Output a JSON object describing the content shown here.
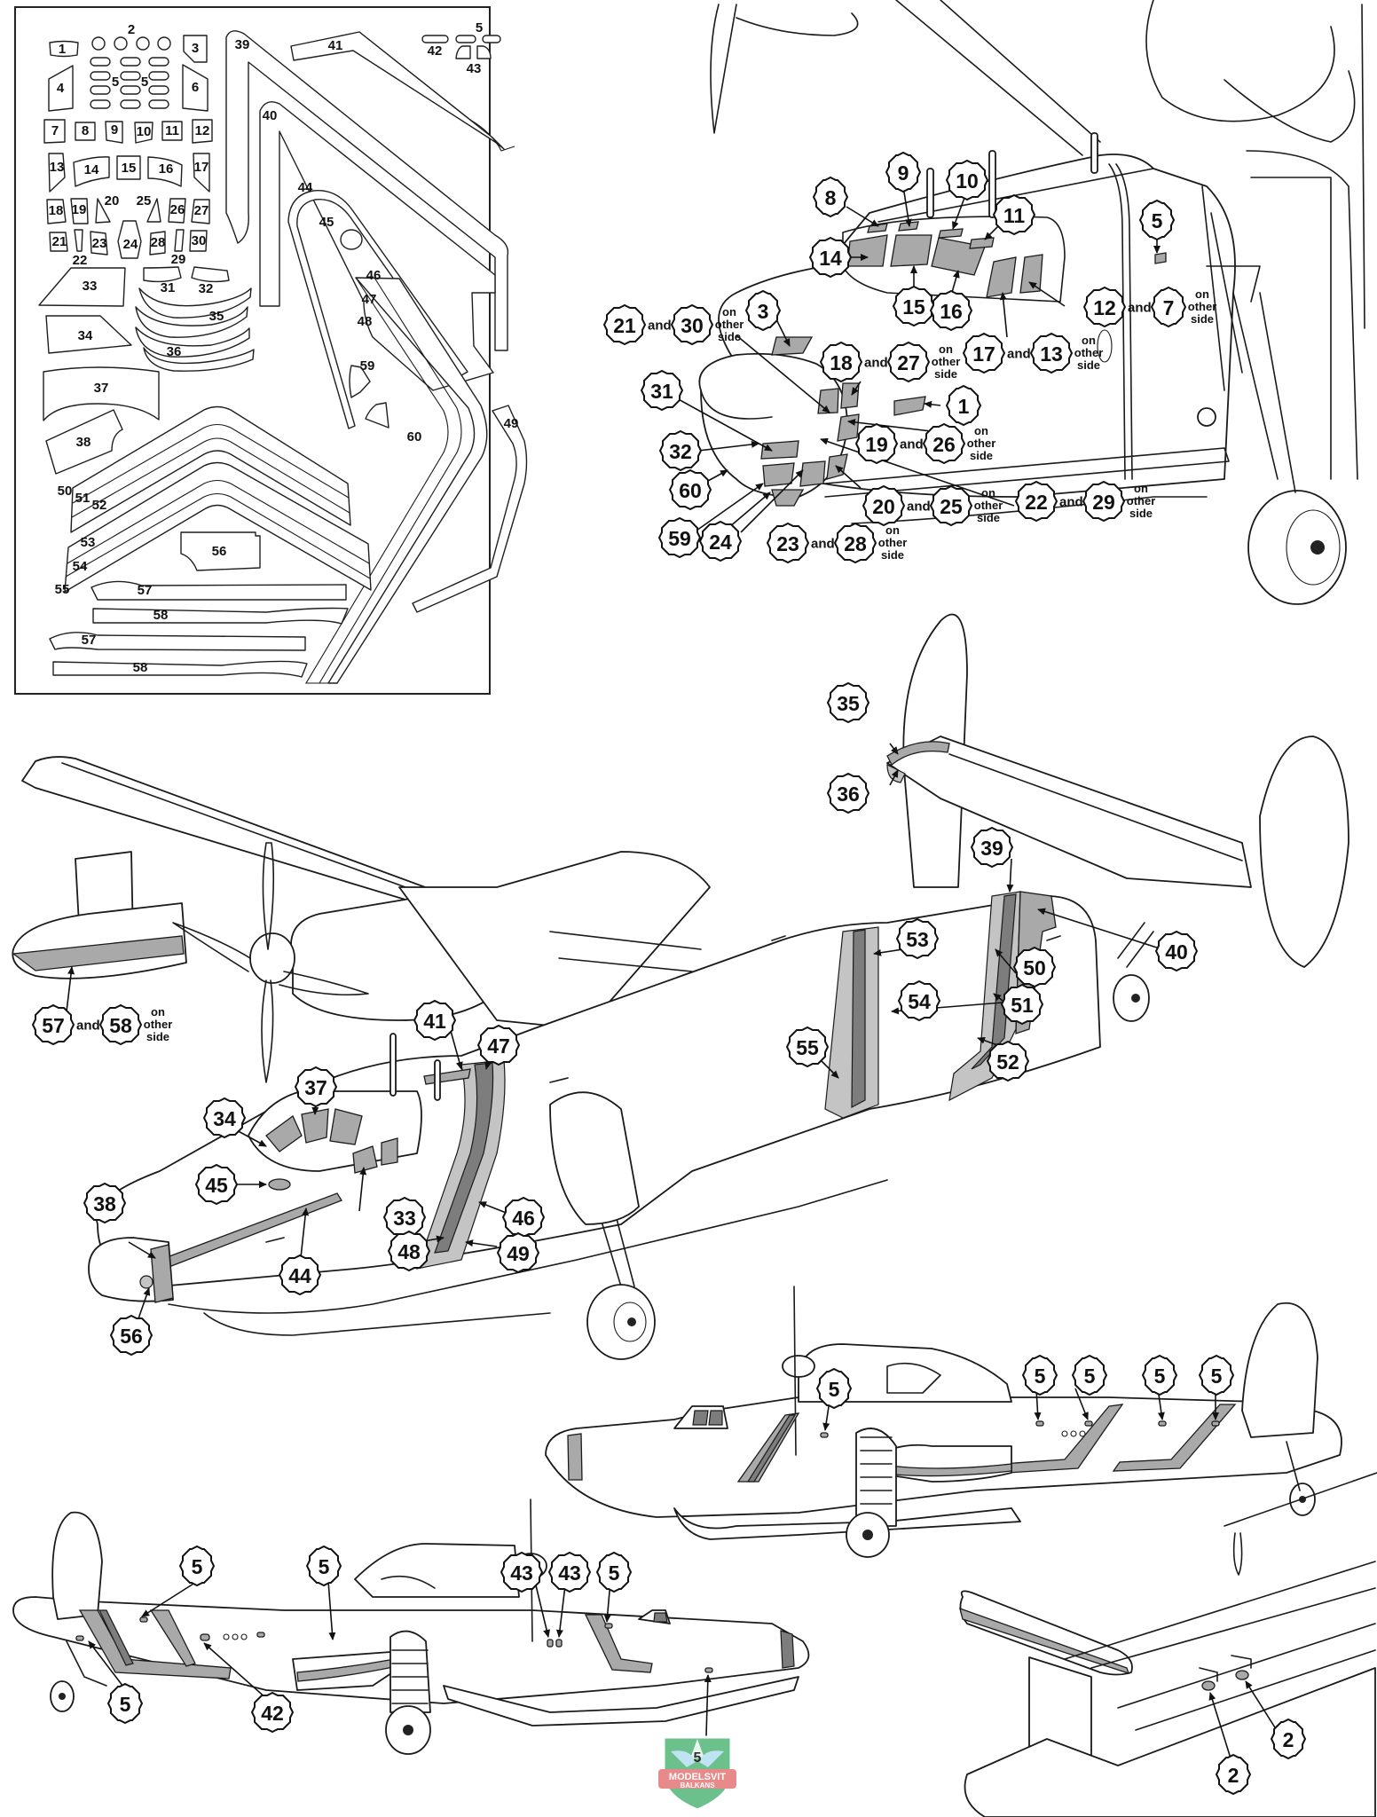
{
  "mask_sheet": {
    "pieces": [
      {
        "id": "1",
        "label": "1"
      },
      {
        "id": "2",
        "label": "2"
      },
      {
        "id": "3",
        "label": "3"
      },
      {
        "id": "4",
        "label": "4"
      },
      {
        "id": "5a",
        "label": "5"
      },
      {
        "id": "5b",
        "label": "5"
      },
      {
        "id": "5c",
        "label": "5"
      },
      {
        "id": "6",
        "label": "6"
      },
      {
        "id": "7",
        "label": "7"
      },
      {
        "id": "8",
        "label": "8"
      },
      {
        "id": "9",
        "label": "9"
      },
      {
        "id": "10",
        "label": "10"
      },
      {
        "id": "11",
        "label": "11"
      },
      {
        "id": "12",
        "label": "12"
      },
      {
        "id": "13",
        "label": "13"
      },
      {
        "id": "14",
        "label": "14"
      },
      {
        "id": "15",
        "label": "15"
      },
      {
        "id": "16",
        "label": "16"
      },
      {
        "id": "17",
        "label": "17"
      },
      {
        "id": "18",
        "label": "18"
      },
      {
        "id": "19",
        "label": "19"
      },
      {
        "id": "20",
        "label": "20"
      },
      {
        "id": "21",
        "label": "21"
      },
      {
        "id": "22",
        "label": "22"
      },
      {
        "id": "23",
        "label": "23"
      },
      {
        "id": "24",
        "label": "24"
      },
      {
        "id": "25",
        "label": "25"
      },
      {
        "id": "26",
        "label": "26"
      },
      {
        "id": "27",
        "label": "27"
      },
      {
        "id": "28",
        "label": "28"
      },
      {
        "id": "29",
        "label": "29"
      },
      {
        "id": "30",
        "label": "30"
      },
      {
        "id": "31",
        "label": "31"
      },
      {
        "id": "32",
        "label": "32"
      },
      {
        "id": "33",
        "label": "33"
      },
      {
        "id": "34",
        "label": "34"
      },
      {
        "id": "35",
        "label": "35"
      },
      {
        "id": "36",
        "label": "36"
      },
      {
        "id": "37",
        "label": "37"
      },
      {
        "id": "38",
        "label": "38"
      },
      {
        "id": "39",
        "label": "39"
      },
      {
        "id": "40",
        "label": "40"
      },
      {
        "id": "41",
        "label": "41"
      },
      {
        "id": "42",
        "label": "42"
      },
      {
        "id": "43",
        "label": "43"
      },
      {
        "id": "44",
        "label": "44"
      },
      {
        "id": "45",
        "label": "45"
      },
      {
        "id": "46",
        "label": "46"
      },
      {
        "id": "47",
        "label": "47"
      },
      {
        "id": "48",
        "label": "48"
      },
      {
        "id": "49",
        "label": "49"
      },
      {
        "id": "50",
        "label": "50"
      },
      {
        "id": "51",
        "label": "51"
      },
      {
        "id": "52",
        "label": "52"
      },
      {
        "id": "53",
        "label": "53"
      },
      {
        "id": "54",
        "label": "54"
      },
      {
        "id": "55",
        "label": "55"
      },
      {
        "id": "56",
        "label": "56"
      },
      {
        "id": "57a",
        "label": "57"
      },
      {
        "id": "58a",
        "label": "58"
      },
      {
        "id": "57b",
        "label": "57"
      },
      {
        "id": "58b",
        "label": "58"
      },
      {
        "id": "59",
        "label": "59"
      },
      {
        "id": "60",
        "label": "60"
      }
    ]
  },
  "connector": "and",
  "other_side_lines": [
    "on",
    "other",
    "side"
  ],
  "views": {
    "cockpit_closeup": {
      "callouts": [
        {
          "id": "c8",
          "num": "8"
        },
        {
          "id": "c9",
          "num": "9"
        },
        {
          "id": "c10",
          "num": "10"
        },
        {
          "id": "c11",
          "num": "11"
        },
        {
          "id": "c14",
          "num": "14"
        },
        {
          "id": "c15",
          "num": "15"
        },
        {
          "id": "c16",
          "num": "16"
        },
        {
          "id": "c3",
          "num": "3"
        },
        {
          "id": "c5",
          "num": "5"
        },
        {
          "id": "c1",
          "num": "1"
        },
        {
          "id": "c31",
          "num": "31"
        },
        {
          "id": "c32",
          "num": "32"
        },
        {
          "id": "c60",
          "num": "60"
        },
        {
          "id": "c59",
          "num": "59"
        },
        {
          "id": "c24",
          "num": "24"
        }
      ],
      "pairs": [
        {
          "id": "p21",
          "a": "21",
          "b": "30",
          "other_side": true
        },
        {
          "id": "p12",
          "a": "12",
          "b": "7",
          "other_side": true
        },
        {
          "id": "p18",
          "a": "18",
          "b": "27",
          "other_side": true
        },
        {
          "id": "p17",
          "a": "17",
          "b": "13",
          "other_side": true
        },
        {
          "id": "p19",
          "a": "19",
          "b": "26",
          "other_side": true
        },
        {
          "id": "p20",
          "a": "20",
          "b": "25",
          "other_side": true
        },
        {
          "id": "p22",
          "a": "22",
          "b": "29",
          "other_side": true
        },
        {
          "id": "p23",
          "a": "23",
          "b": "28",
          "other_side": true
        }
      ]
    },
    "three_quarter": {
      "callouts": [
        {
          "id": "t35",
          "num": "35"
        },
        {
          "id": "t36",
          "num": "36"
        },
        {
          "id": "t39",
          "num": "39"
        },
        {
          "id": "t40",
          "num": "40"
        },
        {
          "id": "t53",
          "num": "53"
        },
        {
          "id": "t50",
          "num": "50"
        },
        {
          "id": "t54",
          "num": "54"
        },
        {
          "id": "t51",
          "num": "51"
        },
        {
          "id": "t55",
          "num": "55"
        },
        {
          "id": "t52",
          "num": "52"
        },
        {
          "id": "t41",
          "num": "41"
        },
        {
          "id": "t47",
          "num": "47"
        },
        {
          "id": "t34",
          "num": "34"
        },
        {
          "id": "t37",
          "num": "37"
        },
        {
          "id": "t45",
          "num": "45"
        },
        {
          "id": "t33",
          "num": "33"
        },
        {
          "id": "t46",
          "num": "46"
        },
        {
          "id": "t38",
          "num": "38"
        },
        {
          "id": "t48",
          "num": "48"
        },
        {
          "id": "t49",
          "num": "49"
        },
        {
          "id": "t44",
          "num": "44"
        },
        {
          "id": "t56",
          "num": "56"
        }
      ],
      "pairs": [
        {
          "id": "p57",
          "a": "57",
          "b": "58",
          "other_side": true
        }
      ]
    },
    "side_right": {
      "callouts": [
        {
          "id": "r5a",
          "num": "5"
        },
        {
          "id": "r5b",
          "num": "5"
        },
        {
          "id": "r5c",
          "num": "5"
        },
        {
          "id": "r5d",
          "num": "5"
        },
        {
          "id": "r5e",
          "num": "5"
        }
      ]
    },
    "side_left": {
      "callouts": [
        {
          "id": "l5a",
          "num": "5"
        },
        {
          "id": "l5b",
          "num": "5"
        },
        {
          "id": "l43a",
          "num": "43"
        },
        {
          "id": "l43b",
          "num": "43"
        },
        {
          "id": "l5c",
          "num": "5"
        },
        {
          "id": "l5d",
          "num": "5"
        },
        {
          "id": "l42",
          "num": "42"
        }
      ]
    },
    "float_detail": {
      "callouts": [
        {
          "id": "f2a",
          "num": "2"
        },
        {
          "id": "f2b",
          "num": "2"
        }
      ]
    }
  },
  "logo": {
    "line1": "MODELSVIT",
    "line2": "BALKANS",
    "badge_number": "5"
  },
  "colors": {
    "mask_fill": "#a9a9a9",
    "mask_dark": "#7d7d7d",
    "mask_light": "#c4c4c4",
    "line": "#1a1a1a",
    "logo_green": "#6cc08b",
    "logo_red": "#e98a8a",
    "logo_blue": "#bfe3f2"
  }
}
